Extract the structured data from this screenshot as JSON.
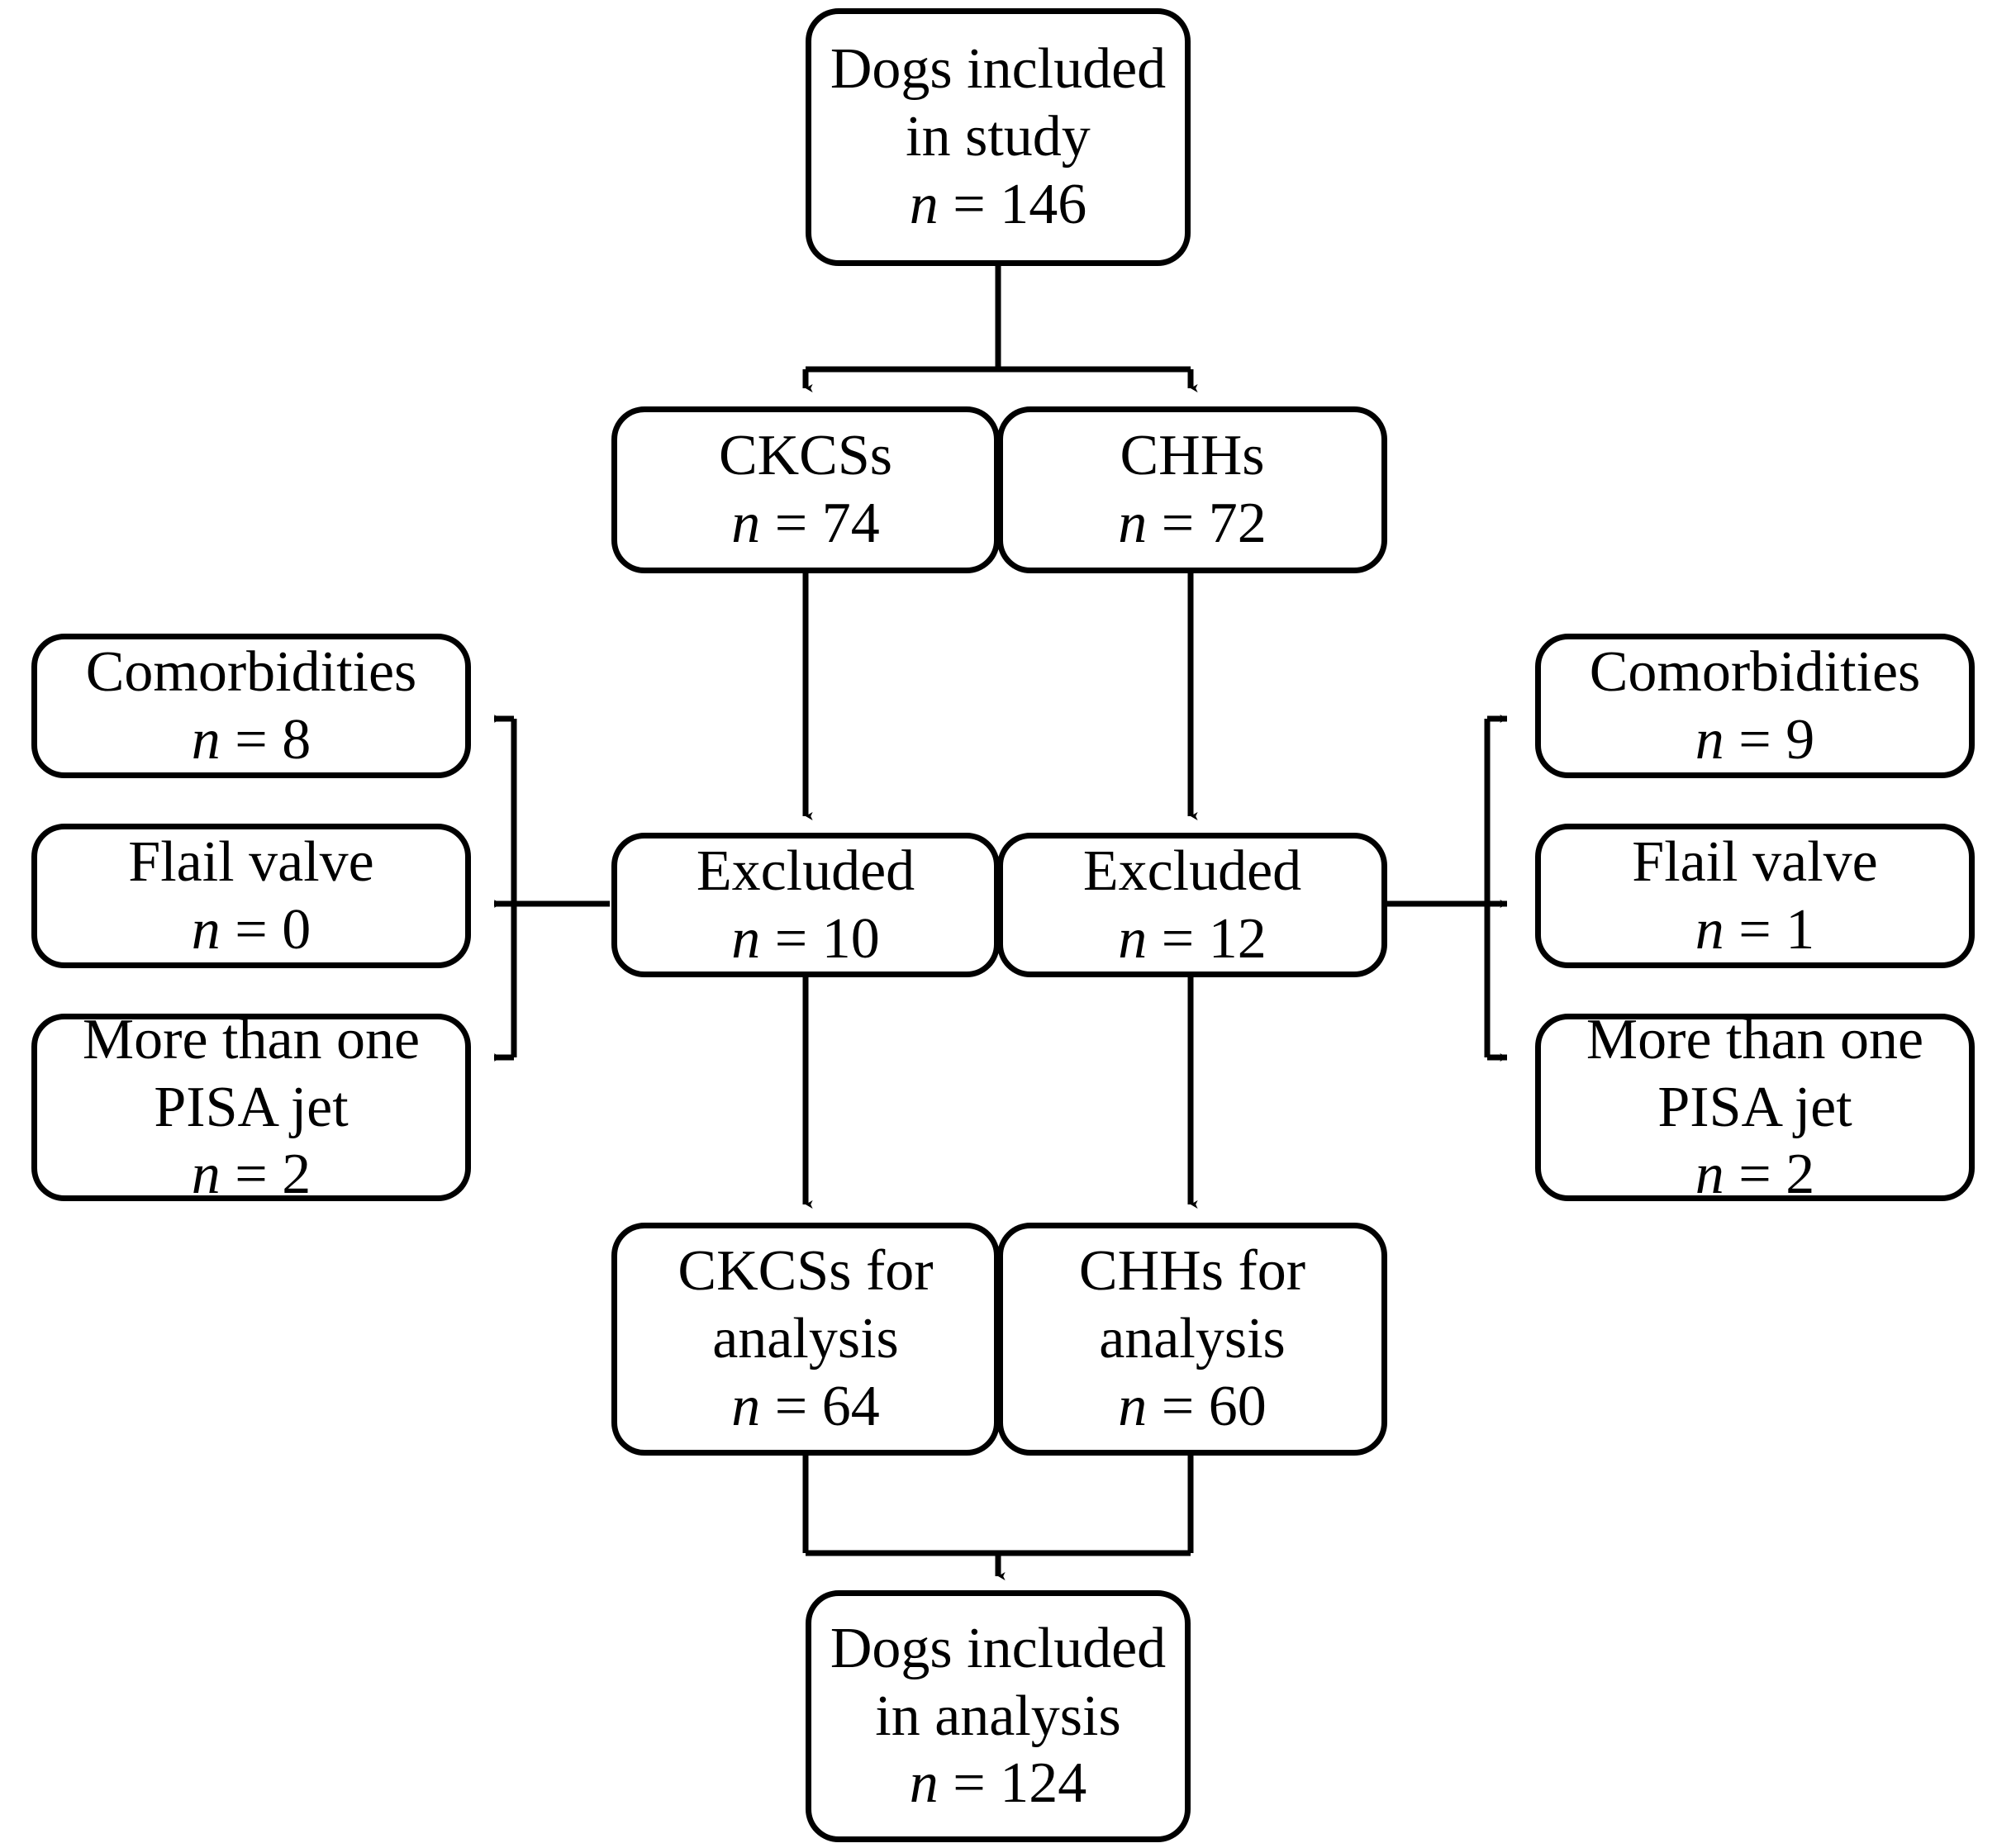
{
  "diagram": {
    "title": "Study inclusion flow diagram",
    "type": "flowchart",
    "stroke_color": "#000000",
    "fill_color": "#ffffff",
    "nodes": {
      "dogs_included_study": {
        "line1": "Dogs included",
        "line2": "in study",
        "n_symbol": "n",
        "n_eq": " = ",
        "n_value": "146"
      },
      "ckcss": {
        "line1": "CKCSs",
        "n_symbol": "n",
        "n_eq": " = ",
        "n_value": "74"
      },
      "chhs": {
        "line1": "CHHs",
        "n_symbol": "n",
        "n_eq": " = ",
        "n_value": "72"
      },
      "excluded_ckcss": {
        "line1": "Excluded",
        "n_symbol": "n",
        "n_eq": " = ",
        "n_value": "10"
      },
      "excluded_chhs": {
        "line1": "Excluded",
        "n_symbol": "n",
        "n_eq": " = ",
        "n_value": "12"
      },
      "left_comorbidities": {
        "line1": "Comorbidities",
        "n_symbol": "n",
        "n_eq": " = ",
        "n_value": "8"
      },
      "left_flail_valve": {
        "line1": "Flail valve",
        "n_symbol": "n",
        "n_eq": " = ",
        "n_value": "0"
      },
      "left_pisa_jet": {
        "line1": "More than one",
        "line2": "PISA jet",
        "n_symbol": "n",
        "n_eq": " = ",
        "n_value": "2"
      },
      "right_comorbidities": {
        "line1": "Comorbidities",
        "n_symbol": "n",
        "n_eq": " = ",
        "n_value": "9"
      },
      "right_flail_valve": {
        "line1": "Flail valve",
        "n_symbol": "n",
        "n_eq": " = ",
        "n_value": "1"
      },
      "right_pisa_jet": {
        "line1": "More than one",
        "line2": "PISA jet",
        "n_symbol": "n",
        "n_eq": " = ",
        "n_value": "2"
      },
      "ckcss_for_analysis": {
        "line1": "CKCSs for",
        "line2": "analysis",
        "n_symbol": "n",
        "n_eq": " = ",
        "n_value": "64"
      },
      "chhs_for_analysis": {
        "line1": "CHHs for",
        "line2": "analysis",
        "n_symbol": "n",
        "n_eq": " = ",
        "n_value": "60"
      },
      "dogs_included_analysis": {
        "line1": "Dogs included",
        "line2": "in analysis",
        "n_symbol": "n",
        "n_eq": " = ",
        "n_value": "124"
      }
    }
  },
  "chart_data": {
    "type": "diagram",
    "title": "Dog study CONSORT-style flow diagram",
    "flow": [
      {
        "step": "Dogs included in study",
        "n": 146
      },
      {
        "step": "CKCSs",
        "n": 74
      },
      {
        "step": "CHHs",
        "n": 72
      },
      {
        "step": "CKCSs Excluded",
        "n": 10
      },
      {
        "step": "CHHs Excluded",
        "n": 12
      },
      {
        "step": "CKCSs exclusion: Comorbidities",
        "n": 8
      },
      {
        "step": "CKCSs exclusion: Flail valve",
        "n": 0
      },
      {
        "step": "CKCSs exclusion: More than one PISA jet",
        "n": 2
      },
      {
        "step": "CHHs exclusion: Comorbidities",
        "n": 9
      },
      {
        "step": "CHHs exclusion: Flail valve",
        "n": 1
      },
      {
        "step": "CHHs exclusion: More than one PISA jet",
        "n": 2
      },
      {
        "step": "CKCSs for analysis",
        "n": 64
      },
      {
        "step": "CHHs for analysis",
        "n": 60
      },
      {
        "step": "Dogs included in analysis",
        "n": 124
      }
    ]
  }
}
